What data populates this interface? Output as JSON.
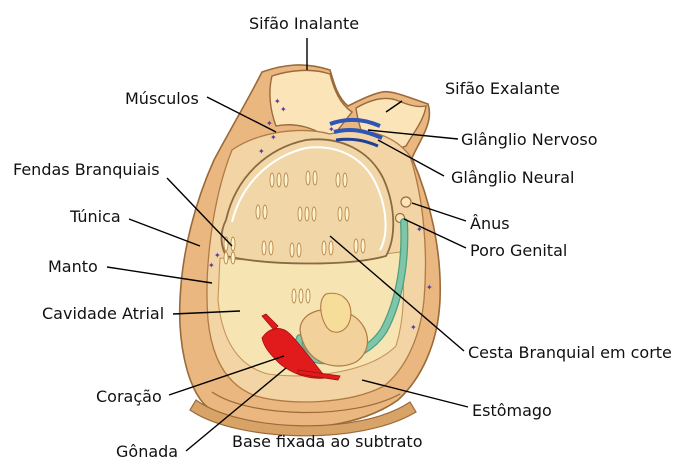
{
  "labels": {
    "sifao_inalante": "Sifão Inalante",
    "sifao_exalante": "Sifão Exalante",
    "musculos": "Músculos",
    "ganglio_nervoso": "Glânglio Nervoso",
    "ganglio_neural": "Glânglio Neural",
    "fendas_branquiais": "Fendas Branquiais",
    "tunica": "Túnica",
    "anus": "Ânus",
    "manto": "Manto",
    "poro_genital": "Poro Genital",
    "cavidade_atrial": "Cavidade Atrial",
    "cesta_branquial": "Cesta Branquial em corte",
    "coracao": "Coração",
    "estomago": "Estômago",
    "gonada": "Gônada",
    "base": "Base fixada ao subtrato"
  },
  "colors": {
    "tunic": "#e9b77f",
    "tunic_edge": "#9a6a3a",
    "mantle": "#f3d4a4",
    "atrial": "#f7e4b3",
    "basket": "#f1d6a8",
    "slit": "#c9a05e",
    "intestine": "#7fc6a8",
    "heart": "#e11b1b",
    "ganglion": "#2f55b5"
  }
}
